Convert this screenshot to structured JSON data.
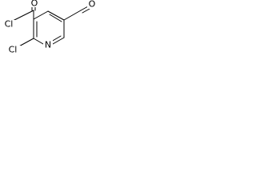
{
  "structure": {
    "atoms": {
      "acyl_chloride_cl": "Cl",
      "acyl_oxygen": "O",
      "ring_chlorine": "Cl",
      "ring_nitrogen": "N",
      "aldehyde_oxygen": "O"
    }
  },
  "colors": {
    "ink": "#000000",
    "background": "#ffffff"
  }
}
